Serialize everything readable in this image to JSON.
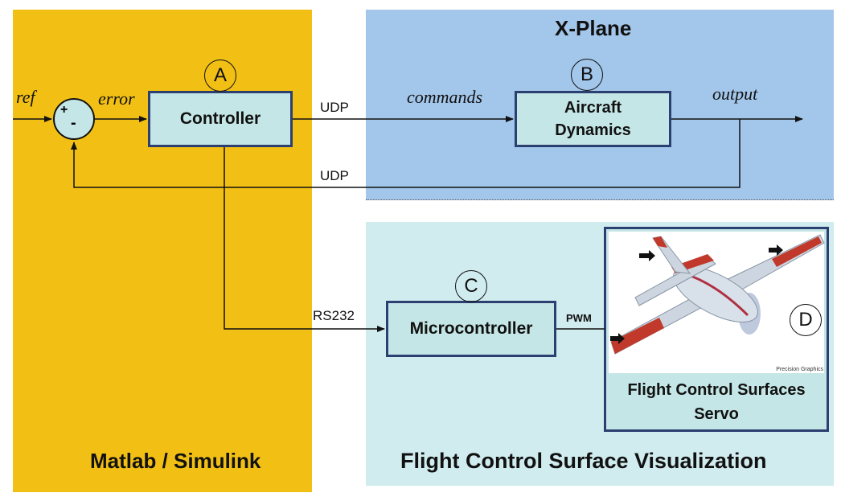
{
  "regions": {
    "matlab": "Matlab / Simulink",
    "xplane": "X-Plane",
    "fcsv": "Flight Control Surface Visualization"
  },
  "blocks": {
    "controller": "Controller",
    "aircraft_line1": "Aircraft",
    "aircraft_line2": "Dynamics",
    "microcontroller": "Microcontroller",
    "servo_line1": "Flight Control Surfaces",
    "servo_line2": "Servo"
  },
  "markers": {
    "a": "A",
    "b": "B",
    "c": "C",
    "d": "D"
  },
  "signals": {
    "ref": "ref",
    "error": "error",
    "commands": "commands",
    "output": "output",
    "udp_top": "UDP",
    "udp_feedback": "UDP",
    "rs232": "RS232",
    "pwm": "PWM"
  },
  "summer": {
    "plus": "+",
    "minus": "-"
  },
  "image_credit": "Precision Graphics",
  "colors": {
    "matlab_bg": "#f2c014",
    "xplane_bg": "#a3c6eb",
    "fcsv_bg": "#d0ecef",
    "block_fill": "#c5e6e6",
    "block_border": "#2b3f70",
    "surface_red": "#c0392b"
  }
}
